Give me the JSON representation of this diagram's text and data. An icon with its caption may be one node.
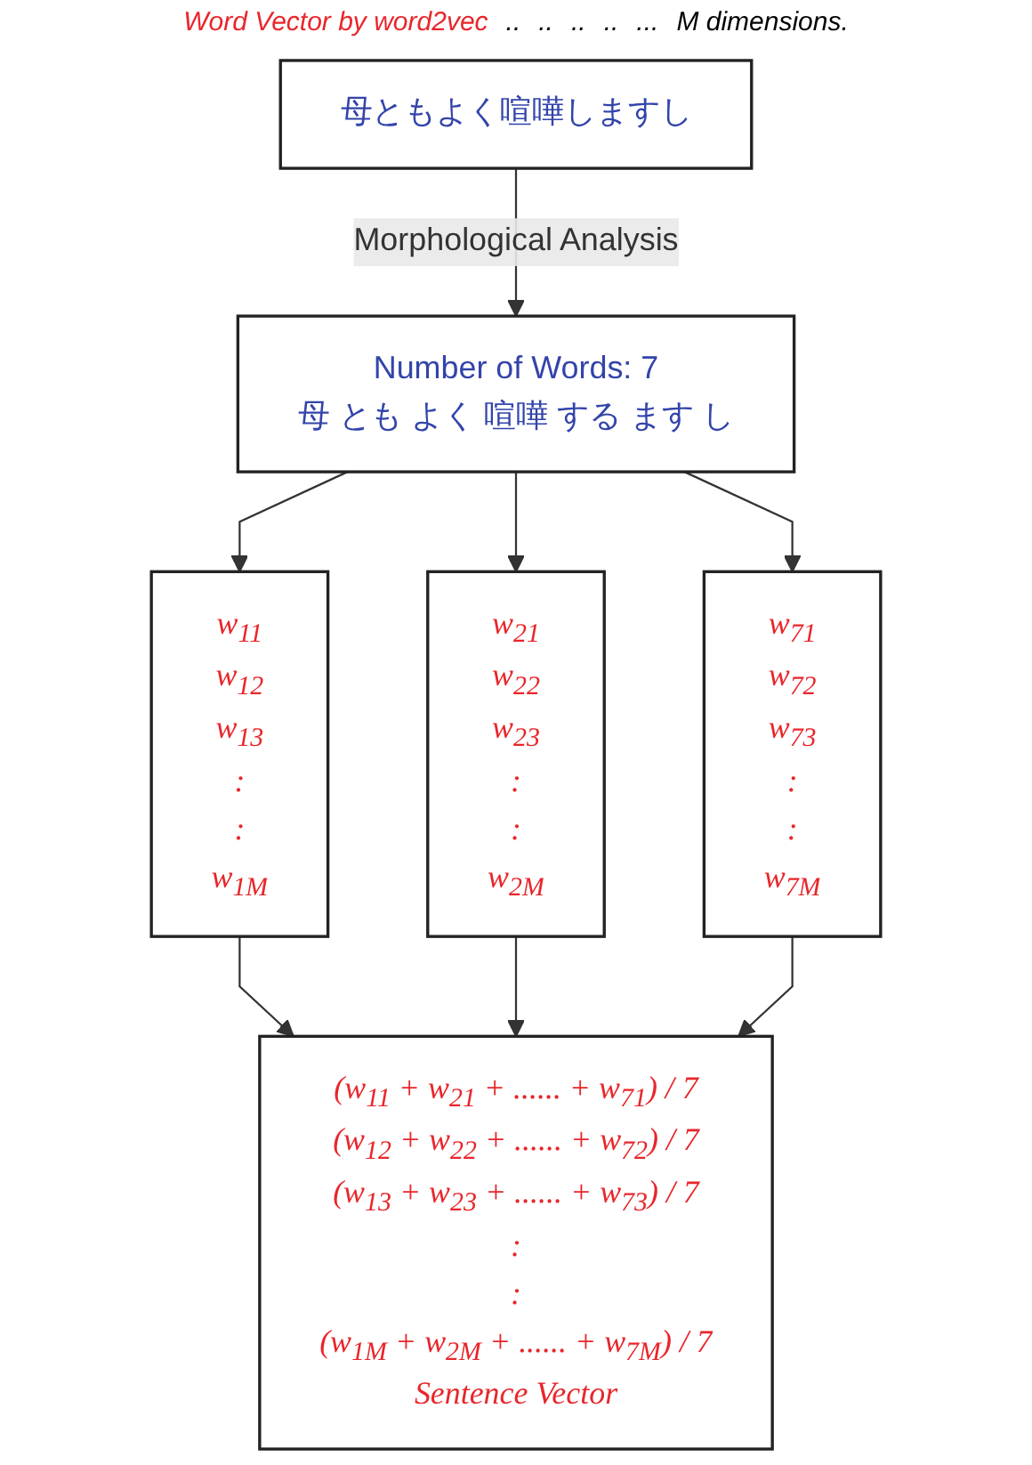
{
  "diagram": {
    "nodes": [
      {
        "text": [
          "母ともよく喧嘩しますし"
        ]
      },
      {
        "text": [
          "Number of Words: 7",
          "母 とも よく 喧嘩 する ます し"
        ]
      },
      {
        "text": [
          "w$_{11}$",
          "w$_{12}$",
          "w$_{13}$",
          ":",
          ":",
          "w$_{1M}$"
        ]
      },
      {
        "text": [
          "w$_{21}$",
          "w$_{22}$",
          "w$_{23}$",
          ":",
          ":",
          "w$_{2M}$"
        ]
      },
      {
        "text": [
          "w$_{71}$",
          "w$_{72}$",
          "w$_{73}$",
          ":",
          ":",
          "w$_{7M}$"
        ]
      },
      {
        "text": [
          "(w$_{11}$ + w$_{21}$ + ...... + w$_{71}$) / 7",
          "(w$_{12}$ + w$_{22}$ + ...... + w$_{72}$) / 7",
          "(w$_{13}$ + w$_{23}$ + ...... + w$_{73}$) / 7",
          ":",
          ":",
          "(w$_{1M}$ + w$_{2M}$ + ...... + w$_{7M}$) / 7",
          "Sentence Vector"
        ]
      }
    ],
    "edges": [
      {
        "from": 0,
        "to": 1,
        "arrow": "to",
        "label": "Morphological Analysis"
      },
      {
        "from": 1,
        "to": 2,
        "arrow": "to"
      },
      {
        "from": 1,
        "to": 3,
        "arrow": "to"
      },
      {
        "from": 1,
        "to": 4,
        "arrow": "to"
      },
      {
        "from": 2,
        "to": 5,
        "arrow": "to"
      },
      {
        "from": 3,
        "to": 5,
        "arrow": "to"
      },
      {
        "from": 4,
        "to": 5,
        "arrow": "to"
      }
    ],
    "labels": [
      "Word Vector by word2vec",
      "..",
      "..",
      "..",
      "..",
      "...",
      "M dimensions."
    ]
  }
}
